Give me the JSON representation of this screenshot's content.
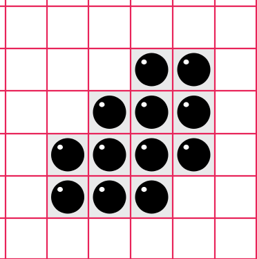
{
  "board": {
    "rows": 6,
    "cols": 6,
    "grid_color": "#e8245a",
    "cell_color": "#ffffff",
    "highlight_color": "#e9e9ea",
    "stone_color": "#000000",
    "stone_shine_color": "#ffffff",
    "stone_icon": "black-stone-icon",
    "stones": [
      {
        "row": 1,
        "col": 3
      },
      {
        "row": 1,
        "col": 4
      },
      {
        "row": 2,
        "col": 2
      },
      {
        "row": 2,
        "col": 3
      },
      {
        "row": 2,
        "col": 4
      },
      {
        "row": 3,
        "col": 1
      },
      {
        "row": 3,
        "col": 2
      },
      {
        "row": 3,
        "col": 3
      },
      {
        "row": 3,
        "col": 4
      },
      {
        "row": 4,
        "col": 1
      },
      {
        "row": 4,
        "col": 2
      },
      {
        "row": 4,
        "col": 3
      }
    ]
  }
}
